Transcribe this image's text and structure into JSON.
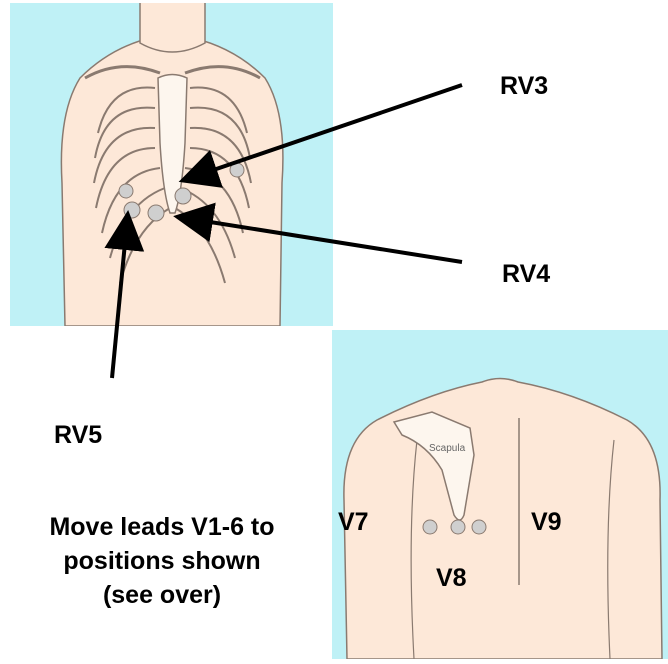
{
  "front_labels": {
    "rv3": "RV3",
    "rv4": "RV4",
    "rv5": "RV5"
  },
  "back_labels": {
    "v7": "V7",
    "v8": "V8",
    "v9": "V9",
    "scapula": "Scapula"
  },
  "caption": {
    "line1": "Move leads V1-6 to",
    "line2": "positions shown",
    "line3": "(see over)"
  },
  "colors": {
    "panel_background": "#bff1f6",
    "skin": "#fde8d8",
    "outline": "#8a7a70",
    "electrode": "#cfcfcf"
  }
}
